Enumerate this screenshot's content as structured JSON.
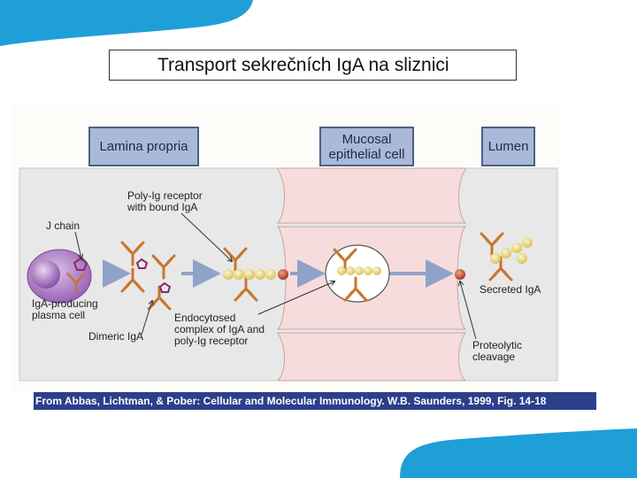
{
  "slide": {
    "title": "Transport sekrečních IgA na sliznici"
  },
  "figure": {
    "headers": {
      "lamina_propria": "Lamina propria",
      "mucosal_cell_line1": "Mucosal",
      "mucosal_cell_line2": "epithelial cell",
      "lumen": "Lumen"
    },
    "labels": {
      "j_chain": "J chain",
      "poly_ig_receptor_line1": "Poly-Ig receptor",
      "poly_ig_receptor_line2": "with bound IgA",
      "plasma_cell_line1": "IgA-producing",
      "plasma_cell_line2": "plasma cell",
      "dimeric_iga": "Dimeric IgA",
      "endocytosed_line1": "Endocytosed",
      "endocytosed_line2": "complex of IgA and",
      "endocytosed_line3": "poly-Ig receptor",
      "secreted_iga": "Secreted IgA",
      "proteolytic_line1": "Proteolytic",
      "proteolytic_line2": "cleavage"
    },
    "citation": "From Abbas, Lichtman, & Pober: Cellular and Molecular Immunology. W.B. Saunders, 1999, Fig. 14-18"
  },
  "colors": {
    "accent_blue": "#1e9fd8",
    "header_fill": "#aab9da",
    "epithelial_pink": "#f6dcdc",
    "citation_bar": "#2b3f8a",
    "antibody_orange": "#c8762e",
    "receptor_bead": "#efe08a",
    "plasma_cell_purple": "#9a63b6"
  }
}
